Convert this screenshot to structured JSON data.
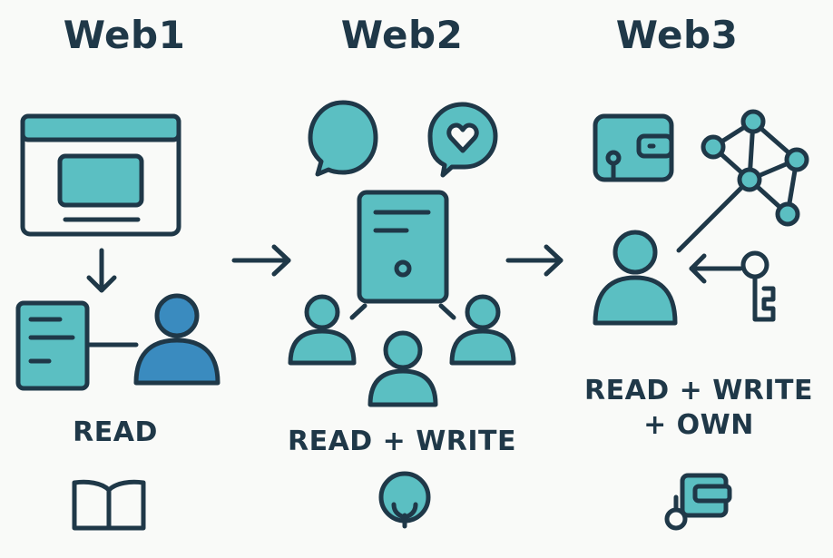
{
  "columns": [
    {
      "title": "Web1",
      "caption": "READ",
      "caption_line2": ""
    },
    {
      "title": "Web2",
      "caption": "READ + WRITE",
      "caption_line2": ""
    },
    {
      "title": "Web3",
      "caption": "READ + WRITE",
      "caption_line2": "+ OWN"
    }
  ],
  "colors": {
    "outline": "#1f3848",
    "teal": "#5bbfc2",
    "blue": "#3a8bbf",
    "background": "#f9faf8"
  },
  "icons": {
    "web1": [
      "browser-window-icon",
      "down-arrow-icon",
      "document-icon",
      "user-icon",
      "open-book-icon"
    ],
    "web2": [
      "chat-bubble-icon",
      "heart-chat-bubble-icon",
      "server-icon",
      "user-icon",
      "user-icon",
      "user-icon",
      "sprout-icon"
    ],
    "web3": [
      "wallet-icon",
      "network-nodes-icon",
      "user-icon",
      "key-icon",
      "left-arrow-icon",
      "key-token-icon"
    ],
    "transitions": [
      "right-arrow-icon",
      "right-arrow-icon"
    ]
  }
}
